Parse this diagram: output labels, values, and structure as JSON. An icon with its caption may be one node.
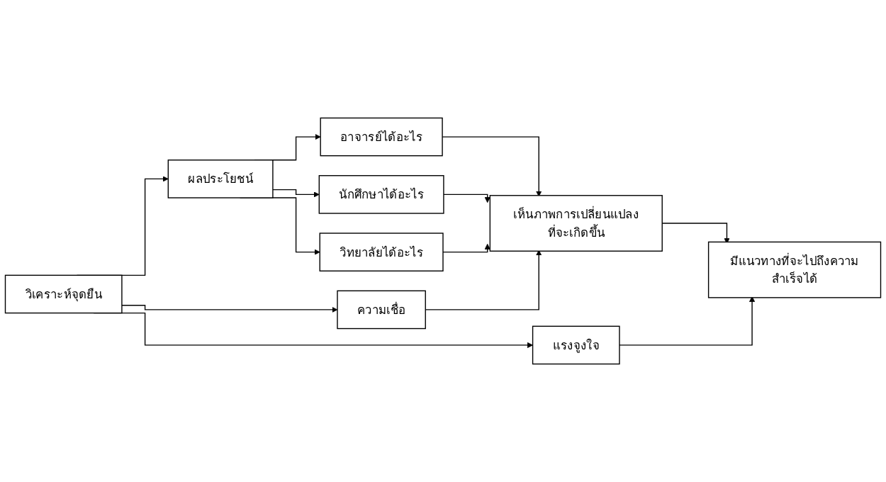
{
  "diagram": {
    "nodes": [
      {
        "text": [
          "วิเคราะห์จุดยืน"
        ]
      },
      {
        "text": [
          "ผลประโยชน์"
        ]
      },
      {
        "text": [
          "อาจารย์ได้อะไร"
        ]
      },
      {
        "text": [
          "นักศึกษาได้อะไร"
        ]
      },
      {
        "text": [
          "วิทยาลัยได้อะไร"
        ]
      },
      {
        "text": [
          "ความเชื่อ"
        ]
      },
      {
        "text": [
          "เห็นภาพการเปลี่ยนแปลงที่จะเกิดขึ้น"
        ]
      },
      {
        "text": [
          "แรงจูงใจ"
        ]
      },
      {
        "text": [
          "มีแนวทางที่จะไปถึงความสำเร็จได้"
        ]
      }
    ],
    "edges": [
      {
        "from": 0,
        "to": 1,
        "arrow": "to"
      },
      {
        "from": 0,
        "to": 5,
        "arrow": "to"
      },
      {
        "from": 0,
        "to": 7,
        "arrow": "to"
      },
      {
        "from": 1,
        "to": 2,
        "arrow": "to"
      },
      {
        "from": 1,
        "to": 3,
        "arrow": "to"
      },
      {
        "from": 1,
        "to": 4,
        "arrow": "to"
      },
      {
        "from": 2,
        "to": 6,
        "arrow": "to"
      },
      {
        "from": 3,
        "to": 6,
        "arrow": "to"
      },
      {
        "from": 4,
        "to": 6,
        "arrow": "to"
      },
      {
        "from": 5,
        "to": 6,
        "arrow": "to"
      },
      {
        "from": 6,
        "to": 8,
        "arrow": "to"
      },
      {
        "from": 7,
        "to": 8,
        "arrow": "to"
      }
    ]
  }
}
